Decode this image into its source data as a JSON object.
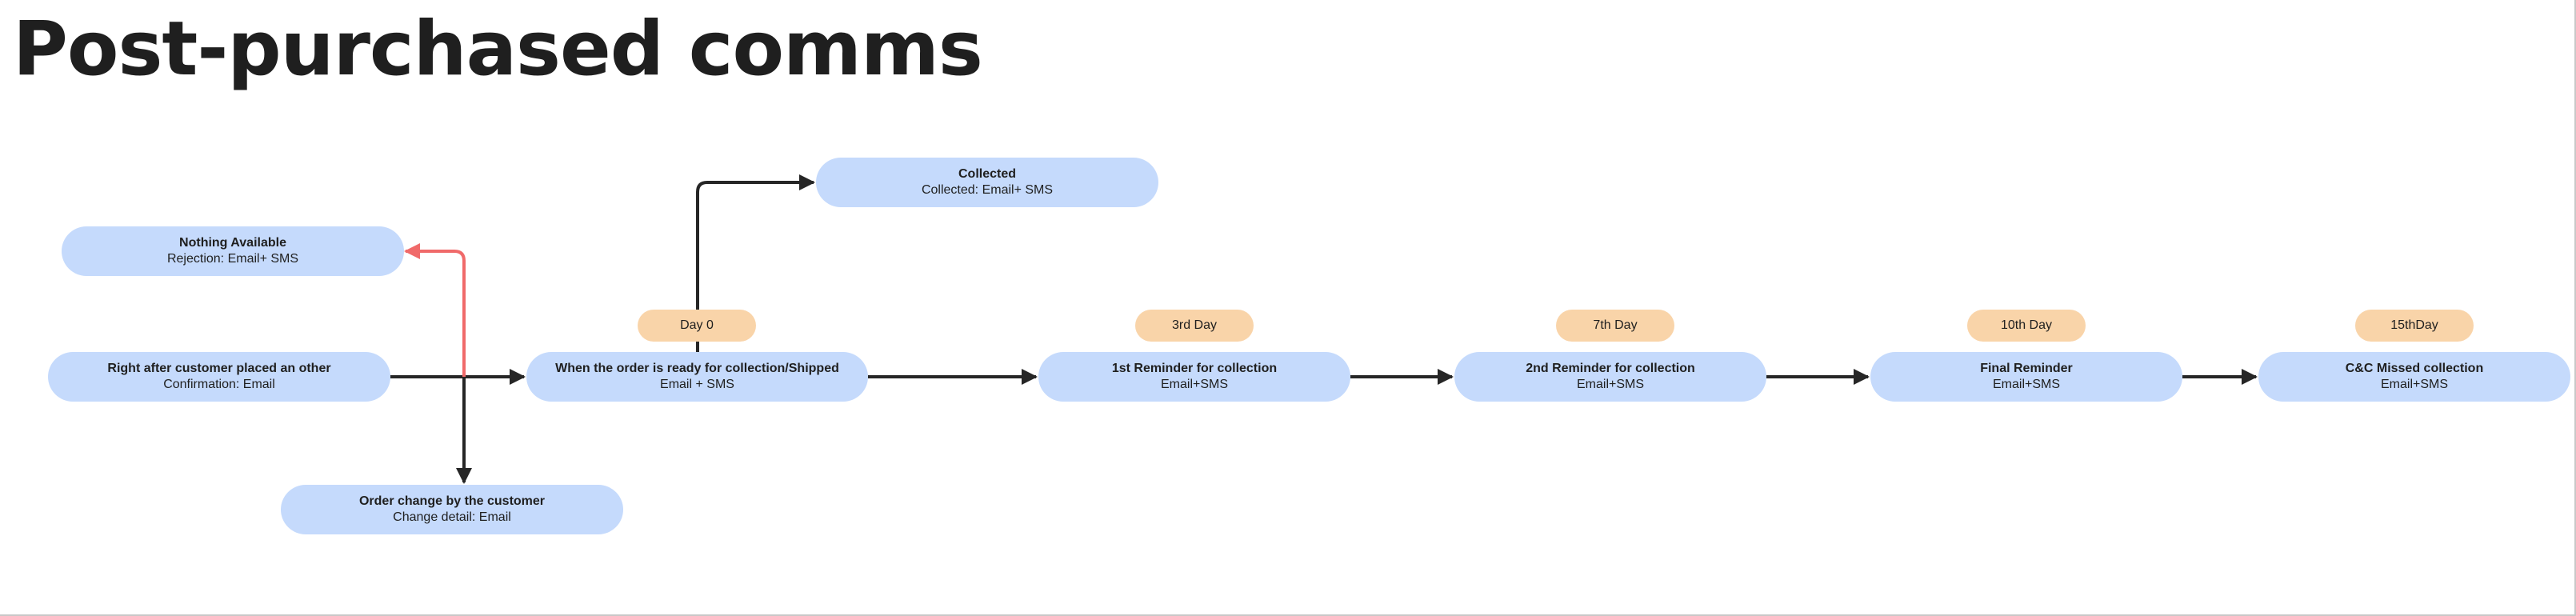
{
  "title": "Post-purchased comms",
  "colors": {
    "node": "#c5dafc",
    "tag": "#f9d4a9",
    "edge": "#262626",
    "rejection_edge": "#f06a6a"
  },
  "nodes": {
    "order_placed": {
      "title": "Right after customer placed an other",
      "sub": "Confirmation: Email"
    },
    "nothing_available": {
      "title": "Nothing Available",
      "sub": "Rejection: Email+ SMS"
    },
    "order_change": {
      "title": "Order change by the customer",
      "sub": "Change detail: Email"
    },
    "ready": {
      "title": "When the order is ready for collection/Shipped",
      "sub": "Email + SMS"
    },
    "collected": {
      "title": "Collected",
      "sub": "Collected: Email+ SMS"
    },
    "reminder1": {
      "title": "1st Reminder for collection",
      "sub": "Email+SMS"
    },
    "reminder2": {
      "title": "2nd Reminder for collection",
      "sub": "Email+SMS"
    },
    "final": {
      "title": "Final Reminder",
      "sub": "Email+SMS"
    },
    "missed": {
      "title": "C&C Missed collection",
      "sub": "Email+SMS"
    }
  },
  "tags": {
    "day0": "Day 0",
    "day3": "3rd Day",
    "day7": "7th Day",
    "day10": "10th Day",
    "day15": "15thDay"
  }
}
